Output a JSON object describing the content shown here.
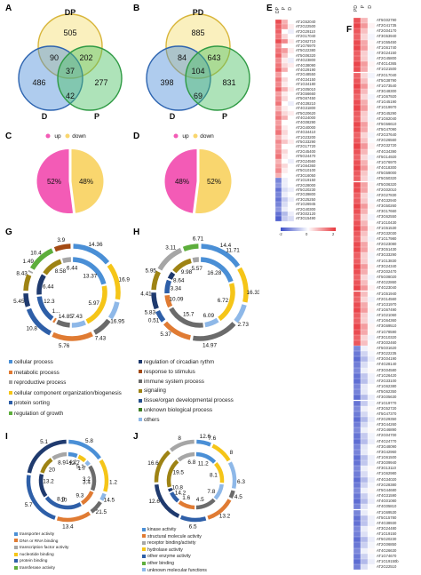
{
  "panel_labels": [
    "A",
    "B",
    "C",
    "D",
    "E",
    "F",
    "G",
    "H",
    "I",
    "J"
  ],
  "colors": {
    "yellow": "#F5DE6E",
    "blue": "#4D8FD9",
    "green": "#4CC063",
    "pink": "#F35BB6",
    "pie_yellow": "#F9D66E",
    "heat_red": "#E8373D",
    "heat_white": "#FFFFFF",
    "heat_blue": "#3D4FC9"
  },
  "chart_data": [
    {
      "type": "venn",
      "panel": "A",
      "sets": [
        "DP",
        "D",
        "P"
      ],
      "regions": {
        "DP_only": 505,
        "D_only": 486,
        "P_only": 277,
        "DP_D": 90,
        "DP_P": 202,
        "D_P": 42,
        "all": 37
      }
    },
    {
      "type": "venn",
      "panel": "B",
      "sets": [
        "PD",
        "D",
        "P"
      ],
      "regions": {
        "PD_only": 885,
        "D_only": 398,
        "P_only": 831,
        "PD_D": 84,
        "PD_P": 643,
        "D_P": 69,
        "all": 104
      }
    },
    {
      "type": "pie",
      "panel": "C",
      "legend": [
        "up",
        "down"
      ],
      "labels": [
        "52%",
        "48%"
      ],
      "values": [
        52,
        48
      ]
    },
    {
      "type": "pie",
      "panel": "D",
      "legend": [
        "up",
        "down"
      ],
      "labels": [
        "48%",
        "52%"
      ],
      "values": [
        48,
        52
      ]
    },
    {
      "type": "heatmap",
      "panel": "E",
      "columns": [
        "DP",
        "P",
        "D"
      ],
      "rows": [
        "AT1G52040",
        "AT2G22500",
        "AT2G29110",
        "AT2G17040",
        "AT1G62710",
        "AT1G76970",
        "AT5G22380",
        "AT5G06320",
        "AT4G23800",
        "AT4G38090",
        "AT4G29190",
        "AT2G48550",
        "AT4G34150",
        "AT1G34180",
        "AT1G05010",
        "AT3G56660",
        "AT5G67450",
        "AT4G39210",
        "AT4G31800",
        "AT5G20620",
        "AT4G24000",
        "AT4G08290",
        "AT2G40000",
        "AT4G34410",
        "AT1G23200",
        "AT5G33290",
        "AT2G17720",
        "AT2G45400",
        "AT5G24470",
        "AT2G24560",
        "AT1G64360",
        "AT5G10100",
        "AT3G16050",
        "AT1G19150",
        "AT2G28000",
        "AT5G20230",
        "AT2G39800",
        "AT3G25250",
        "AT1G26945",
        "AT2G40300",
        "AT3G02120",
        "AT3G15490"
      ],
      "values": [
        [
          0.95,
          0.7,
          0.5
        ],
        [
          0.9,
          0.75,
          0.55
        ],
        [
          0.9,
          0.5,
          0.45
        ],
        [
          0.85,
          0.6,
          0.5
        ],
        [
          0.95,
          0.8,
          0.55
        ],
        [
          0.8,
          0.5,
          0.5
        ],
        [
          0.85,
          0.75,
          0.55
        ],
        [
          0.9,
          0.65,
          0.5
        ],
        [
          0.8,
          0.55,
          0.45
        ],
        [
          0.85,
          0.6,
          0.55
        ],
        [
          0.9,
          0.7,
          0.5
        ],
        [
          0.75,
          0.5,
          0.5
        ],
        [
          0.85,
          0.6,
          0.5
        ],
        [
          0.8,
          0.55,
          0.5
        ],
        [
          0.9,
          0.7,
          0.55
        ],
        [
          0.75,
          0.55,
          0.5
        ],
        [
          0.8,
          0.6,
          0.5
        ],
        [
          0.85,
          0.5,
          0.45
        ],
        [
          0.7,
          0.55,
          0.5
        ],
        [
          0.8,
          0.6,
          0.55
        ],
        [
          0.85,
          0.7,
          0.5
        ],
        [
          0.75,
          0.5,
          0.5
        ],
        [
          0.8,
          0.55,
          0.5
        ],
        [
          0.85,
          0.6,
          0.5
        ],
        [
          0.7,
          0.55,
          0.5
        ],
        [
          0.8,
          0.65,
          0.55
        ],
        [
          0.75,
          0.5,
          0.5
        ],
        [
          0.8,
          0.6,
          0.5
        ],
        [
          0.85,
          0.55,
          0.5
        ],
        [
          0.7,
          0.5,
          0.45
        ],
        [
          0.75,
          0.6,
          0.5
        ],
        [
          0.8,
          0.55,
          0.5
        ],
        [
          0.7,
          0.5,
          0.5
        ],
        [
          0.15,
          0.45,
          0.5
        ],
        [
          0.2,
          0.45,
          0.5
        ],
        [
          0.1,
          0.4,
          0.45
        ],
        [
          0.15,
          0.45,
          0.5
        ],
        [
          0.1,
          0.35,
          0.45
        ],
        [
          0.15,
          0.4,
          0.5
        ],
        [
          0.2,
          0.45,
          0.5
        ],
        [
          0.1,
          0.3,
          0.45
        ],
        [
          0.05,
          0.35,
          0.4
        ]
      ],
      "color_scale": [
        "blue",
        "white",
        "red"
      ]
    },
    {
      "type": "heatmap",
      "panel": "F",
      "columns": [
        "PD",
        "P",
        "D"
      ],
      "rows": [
        "AT5G02790",
        "AT2G41735",
        "AT2G04170",
        "AT3G53940",
        "AT1G55450",
        "AT1G61740",
        "AT3G24150",
        "AT2G45800",
        "AT4G14365",
        "AT1G21500",
        "AT2G17040",
        "AT5G38790",
        "AT1G73540",
        "AT3G48300",
        "AT1G67920",
        "AT1G45190",
        "AT1G19970",
        "AT3G45290",
        "AT1G62040",
        "AT5G56610",
        "AT5G47090",
        "AT2G37640",
        "AT2G26560",
        "AT2G32720",
        "AT4G34390",
        "AT5G14920",
        "AT1G76970",
        "AT4G18300",
        "AT5G59000",
        "AT5G50320",
        "AT5G06320",
        "AT2G02010",
        "AT2G27830",
        "AT4G32940",
        "AT3G50260",
        "AT3G17660",
        "AT3G62550",
        "AT1G10430",
        "AT1G51530",
        "AT2G32030",
        "AT1G17980",
        "AT2G23080",
        "AT3G51430",
        "AT3G33290",
        "AT1G13830",
        "AT3G24340",
        "AT2G02470",
        "AT5G08020",
        "AT4G22860",
        "AT4G23040",
        "AT1G51940",
        "AT2G14560",
        "AT1G31970",
        "AT1G67490",
        "AT1G21060",
        "AT1G64360",
        "AT3G69510",
        "AT1G78590",
        "AT3G10320",
        "AT3G02460",
        "AT5G01620",
        "AT3G22235",
        "AT3G04190",
        "AT4G28140",
        "AT3G04580",
        "AT1G26420",
        "AT2G33100",
        "AT1G62380",
        "AT5G62350",
        "AT3G05630",
        "AT1G19770",
        "AT3G52720",
        "AT5G47370",
        "AT2G29350",
        "AT3G44260",
        "AT2G46890",
        "AT2G04700",
        "AT4G24770",
        "AT3G48090",
        "AT3G42960",
        "AT1G61500",
        "AT3G09940",
        "AT3G13110",
        "AT1G62980",
        "AT4G34020",
        "AT2G28380",
        "AT5G44680",
        "AT4G31590",
        "AT4G01080",
        "AT4G05810",
        "AT1G69530",
        "AT5G15780",
        "AT4G38930",
        "AT3G24480",
        "AT1G19150",
        "AT5G20230",
        "AT2G06850",
        "AT4G26630",
        "AT1G74670",
        "AT1G19150b",
        "AT2G22510"
      ],
      "values": [],
      "up_rows": 60,
      "down_rows": 41,
      "color_scale": [
        "blue",
        "white",
        "red"
      ]
    },
    {
      "type": "donut",
      "panel": "G",
      "outer": [
        14.36,
        13.37,
        6.95,
        7.43,
        14.85,
        12.3,
        5.45,
        6.44,
        1.49,
        10.4,
        6.44
      ],
      "inner": [
        16.9,
        16.95,
        5.97,
        5.76,
        1.5,
        10.8,
        8.43,
        8.58,
        3.9
      ],
      "labels": [
        "14.36",
        "13.37",
        "16.9",
        "16.95",
        "5.97",
        "7.43",
        "7.43",
        "5.76",
        "14.85",
        "1...",
        "10.8",
        "12.3",
        "5.45",
        "8.43",
        "6.44",
        "1.49",
        "10.4",
        "8.58",
        "3.9",
        "6.44"
      ]
    },
    {
      "type": "donut",
      "panel": "H",
      "outer": [
        14.4,
        11.71,
        6.72,
        14.97,
        10.09,
        4.41,
        5.95,
        6.71,
        9.98,
        5.57
      ],
      "inner": [
        16.28,
        16.33,
        6.09,
        15.7,
        5.37,
        5.83,
        3.34,
        8.64,
        3.11
      ],
      "labels": [
        "14.4",
        "11.71",
        "16.28",
        "16.33",
        "6.72",
        "2.73",
        "6.09",
        "14.97",
        "15.7",
        "5.37",
        "0.51",
        "5.83",
        "10.09",
        "4.41",
        "3.34",
        "5.95",
        "8.64",
        "3.11",
        "9.98",
        "6.71",
        "5.57"
      ]
    },
    {
      "type": "donut",
      "panel": "I",
      "outer": [
        14.2,
        12.7,
        3.4,
        5.7,
        13.2,
        20.8,
        20
      ],
      "inner": [
        5.8,
        5.1,
        3.2,
        14.5,
        9.3,
        21.5,
        13.4,
        10,
        8.9
      ],
      "labels": [
        "14.2",
        "12.7",
        "5.8",
        "5.1",
        "1.7",
        "1.2",
        "3.2",
        "3.4",
        "14.5",
        "9.3",
        "21.5",
        "13.4",
        "10",
        "8.9",
        "5.7",
        "13.2",
        "20",
        "5.1",
        "8.9"
      ]
    },
    {
      "type": "donut",
      "panel": "J",
      "outer": [
        7.6,
        11.2,
        13.2,
        4.5,
        14.2,
        12.6,
        19.5,
        16.6,
        12.6
      ],
      "inner": [
        8,
        8.1,
        6.3,
        7.8,
        6.5,
        4.5,
        1.6,
        10.8,
        6.8
      ],
      "labels": [
        "12.6",
        "7.6",
        "11.2",
        "8",
        "8.1",
        "6.3",
        "4.5",
        "7.8",
        "13.2",
        "4.5",
        "6.5",
        "1.6",
        "14.2",
        "12.6",
        "10.8",
        "19.5",
        "16.6",
        "6.8",
        "8"
      ]
    }
  ],
  "legend_G": [
    {
      "label": "cellular process",
      "color": "#4A8FD6"
    },
    {
      "label": "metabolic process",
      "color": "#E07B33"
    },
    {
      "label": "reproductive process",
      "color": "#A6A6A6"
    },
    {
      "label": "cellular component organization/biogenesis",
      "color": "#F5C518"
    },
    {
      "label": "protein sorting",
      "color": "#2E5FA8"
    },
    {
      "label": "regulation of growth",
      "color": "#5DAE3C"
    }
  ],
  "legend_H": [
    {
      "label": "regulation of circadian rythm",
      "color": "#1F3A6E"
    },
    {
      "label": "response to stimulus",
      "color": "#A34A13"
    },
    {
      "label": "immune system process",
      "color": "#6B6B6B"
    },
    {
      "label": "signaling",
      "color": "#9E8314"
    },
    {
      "label": "tissue/organ developmental process",
      "color": "#254F8C"
    },
    {
      "label": "unknown biological process",
      "color": "#3D7D24"
    },
    {
      "label": "others",
      "color": "#8EB8E8"
    }
  ],
  "legend_I": [
    {
      "label": "transporter activity",
      "color": "#4A8FD6"
    },
    {
      "label": "DNA or RNA binding",
      "color": "#E07B33"
    },
    {
      "label": "transcription factor activity",
      "color": "#A6A6A6"
    },
    {
      "label": "nucleotide binding",
      "color": "#F5C518"
    },
    {
      "label": "protein binding",
      "color": "#2E5FA8"
    },
    {
      "label": "transferase activity",
      "color": "#5DAE3C"
    }
  ],
  "legend_J": [
    {
      "label": "kinase activity",
      "color": "#4A8FD6"
    },
    {
      "label": "structural molecule activity",
      "color": "#E07B33"
    },
    {
      "label": "receptor binding/activity",
      "color": "#A6A6A6"
    },
    {
      "label": "hydrolase activity",
      "color": "#F5C518"
    },
    {
      "label": "other enzyme activity",
      "color": "#2E5FA8"
    },
    {
      "label": "other binding",
      "color": "#5DAE3C"
    },
    {
      "label": "unknown molecular functions",
      "color": "#8EB8E8"
    }
  ],
  "heatmap_E_scale": [
    "-2",
    "0",
    "2"
  ]
}
